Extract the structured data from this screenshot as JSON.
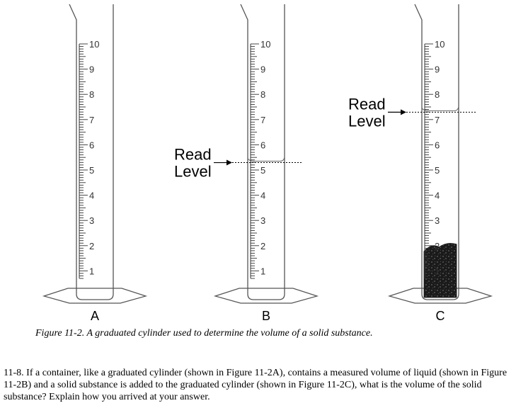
{
  "figure": {
    "cylinders": [
      {
        "id": "A",
        "label": "A",
        "liquid_level": null,
        "solid_level": null,
        "read_label": null
      },
      {
        "id": "B",
        "label": "B",
        "liquid_level": 5.35,
        "solid_level": null,
        "read_label": [
          "Read",
          "Level"
        ]
      },
      {
        "id": "C",
        "label": "C",
        "liquid_level": 7.35,
        "solid_level": 2.0,
        "read_label": [
          "Read",
          "Level"
        ]
      }
    ],
    "scale": {
      "min": 0,
      "max": 10,
      "labeled_ticks": [
        1,
        2,
        3,
        4,
        5,
        6,
        7,
        8,
        9,
        10
      ],
      "minor_per_unit": 10
    }
  },
  "caption": "Figure 11-2.  A graduated cylinder used to determine the volume of a solid substance.",
  "question": {
    "number": "11-8.",
    "text": "If a container, like a graduated cylinder (shown in Figure 11-2A), contains a measured volume of liquid (shown in Figure 11-2B) and a solid substance is added to the graduated cylinder (shown in Figure 11-2C), what is the volume of the solid substance?  Explain how you arrived at your answer."
  }
}
